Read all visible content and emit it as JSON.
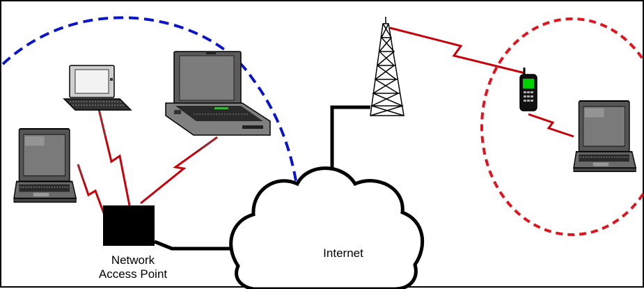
{
  "labels": {
    "network_access_point_line1": "Network",
    "network_access_point_line2": "Access Point",
    "internet": "Internet"
  },
  "colors": {
    "blue_range": "#0a14c8",
    "red_range": "#e0141e",
    "wireless_link": "#c8000a",
    "wired_link": "#000000",
    "access_point": "#000000",
    "phone_screen": "#00d000"
  },
  "icons": [
    "laptop-icon",
    "cell-tower-icon",
    "mobile-phone-icon",
    "cloud-icon",
    "access-point-box"
  ]
}
